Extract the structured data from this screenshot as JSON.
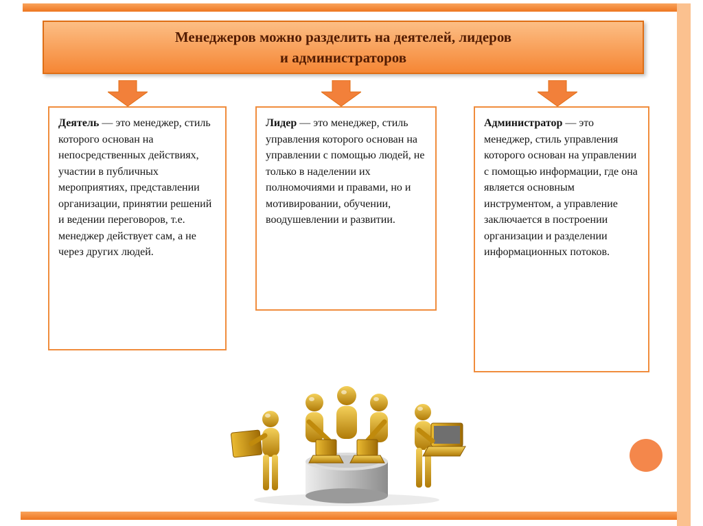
{
  "slide": {
    "title": {
      "line1": "Менеджеров можно разделить на деятелей, лидеров",
      "line2": "и администраторов"
    },
    "boxes": [
      {
        "term": "Деятель",
        "text": " — это менеджер, стиль которого основан на непосредственных действиях, участии в публичных мероприятиях, представлении организации, принятии решений и ведении переговоров, т.е. менеджер действует сам, а не через других людей."
      },
      {
        "term": "Лидер",
        "text": " — это менеджер, стиль управления которого основан на управлении с помощью людей, не только в наделении их полномочиями и правами, но и мотивировании, обучении, воодушевлении и развитии."
      },
      {
        "term": "Администратор",
        "text": " — это менеджер, стиль управления которого основан на управлении с помощью информации, где она является основным инструментом, а управление заключается в построении организации и разделении информационных потоков."
      }
    ],
    "illustration": "gold-figures-team-meeting",
    "colors": {
      "accent_orange": "#F58634",
      "border_orange": "#DE6E15",
      "box_border": "#F08C3C",
      "title_text": "#531C02",
      "stripe_light": "#FBC18F"
    }
  }
}
